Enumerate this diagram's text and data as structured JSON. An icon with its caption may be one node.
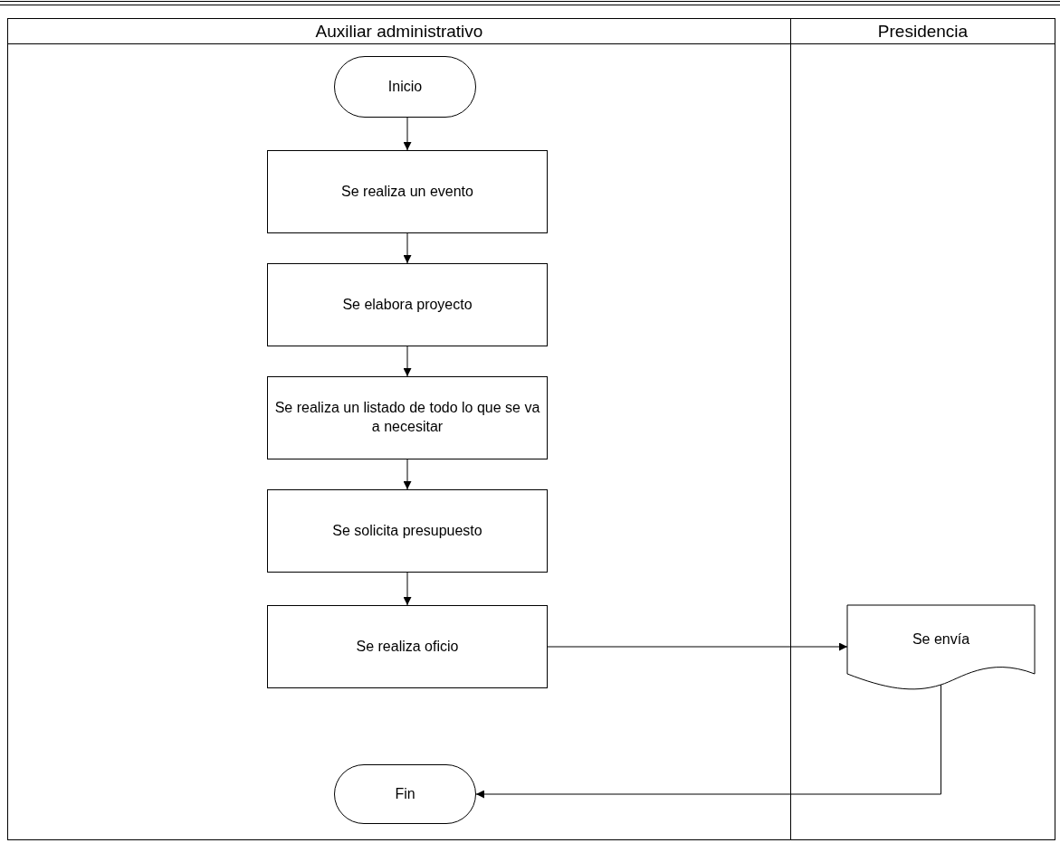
{
  "diagram": {
    "nodes": [
      {
        "text": [
          "Auxiliar administrativo"
        ]
      },
      {
        "text": [
          "Presidencia"
        ]
      },
      {
        "text": [
          "Inicio"
        ],
        "in": 0
      },
      {
        "text": [
          "Se realiza un evento"
        ],
        "in": 0
      },
      {
        "text": [
          "Se elabora proyecto"
        ],
        "in": 0
      },
      {
        "text": [
          "Se realiza un listado de todo lo que se va a necesitar"
        ],
        "in": 0
      },
      {
        "text": [
          "Se solicita presupuesto"
        ],
        "in": 0
      },
      {
        "text": [
          "Se realiza oficio"
        ],
        "in": 0
      },
      {
        "text": [
          "Se envía"
        ],
        "in": 1
      },
      {
        "text": [
          "Fin"
        ],
        "in": 0
      }
    ],
    "edges": [
      {
        "from": 2,
        "to": 3,
        "arrow": "to"
      },
      {
        "from": 3,
        "to": 4,
        "arrow": "to"
      },
      {
        "from": 4,
        "to": 5,
        "arrow": "to"
      },
      {
        "from": 5,
        "to": 6,
        "arrow": "to"
      },
      {
        "from": 6,
        "to": 7,
        "arrow": "to"
      },
      {
        "from": 7,
        "to": 8,
        "arrow": "to"
      },
      {
        "from": 8,
        "to": 9,
        "arrow": "to"
      }
    ]
  }
}
